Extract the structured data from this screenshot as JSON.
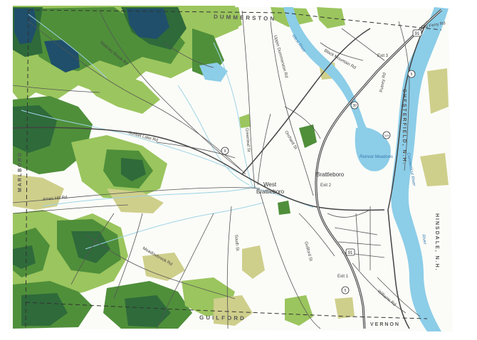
{
  "map": {
    "towns": {
      "brattleboro": "Brattleboro",
      "west_brattleboro_1": "West",
      "west_brattleboro_2": "Brattleboro"
    },
    "border_towns": {
      "north": "DUMMERSTON",
      "south": "GUILFORD",
      "southeast": "VERNON",
      "west": "MARLBORO",
      "east_1": "CHESTERFIELD, N.H.",
      "east_2": "HINSDALE, N.H."
    },
    "water": {
      "west_river": "West River",
      "connecticut_river": "Connecticut River",
      "retreat_meadows": "Retreat Meadows",
      "river_label": "River"
    },
    "exits": {
      "exit1": "Exit 1",
      "exit2": "Exit 2",
      "exit3": "Exit 3"
    },
    "roads": {
      "ames_hill": "Ames Hill Rd",
      "sunset_lake": "Sunset Lake Rd",
      "stickney_brook": "Stickney Brook Rd",
      "upper_dummerston": "Upper Dummerston Rd",
      "putney": "Putney Rd",
      "orchard": "Orchard St",
      "guilford": "Guilford St",
      "south_st": "South St",
      "greenleaf": "Greenleaf St",
      "old_ferry": "Old Ferry Rd",
      "black_mountain": "Black Mountain Rd",
      "williams": "Williams Rd",
      "meadowbrook": "Meadowbrook Rd"
    },
    "route_shields": {
      "i91_north": "91",
      "i91_south": "91",
      "vt30": "30",
      "vt9": "9",
      "us5": "5",
      "vt119": "119",
      "us5b": "5"
    },
    "colors": {
      "forest_dark": "#2e6a3a",
      "forest_mid": "#4f8f3a",
      "forest_light": "#9bc55e",
      "open_tan": "#cfcf8c",
      "water": "#8ccde8",
      "pond_dark": "#1f4f6a",
      "road": "#555555",
      "stream": "#9fd3e6"
    }
  }
}
